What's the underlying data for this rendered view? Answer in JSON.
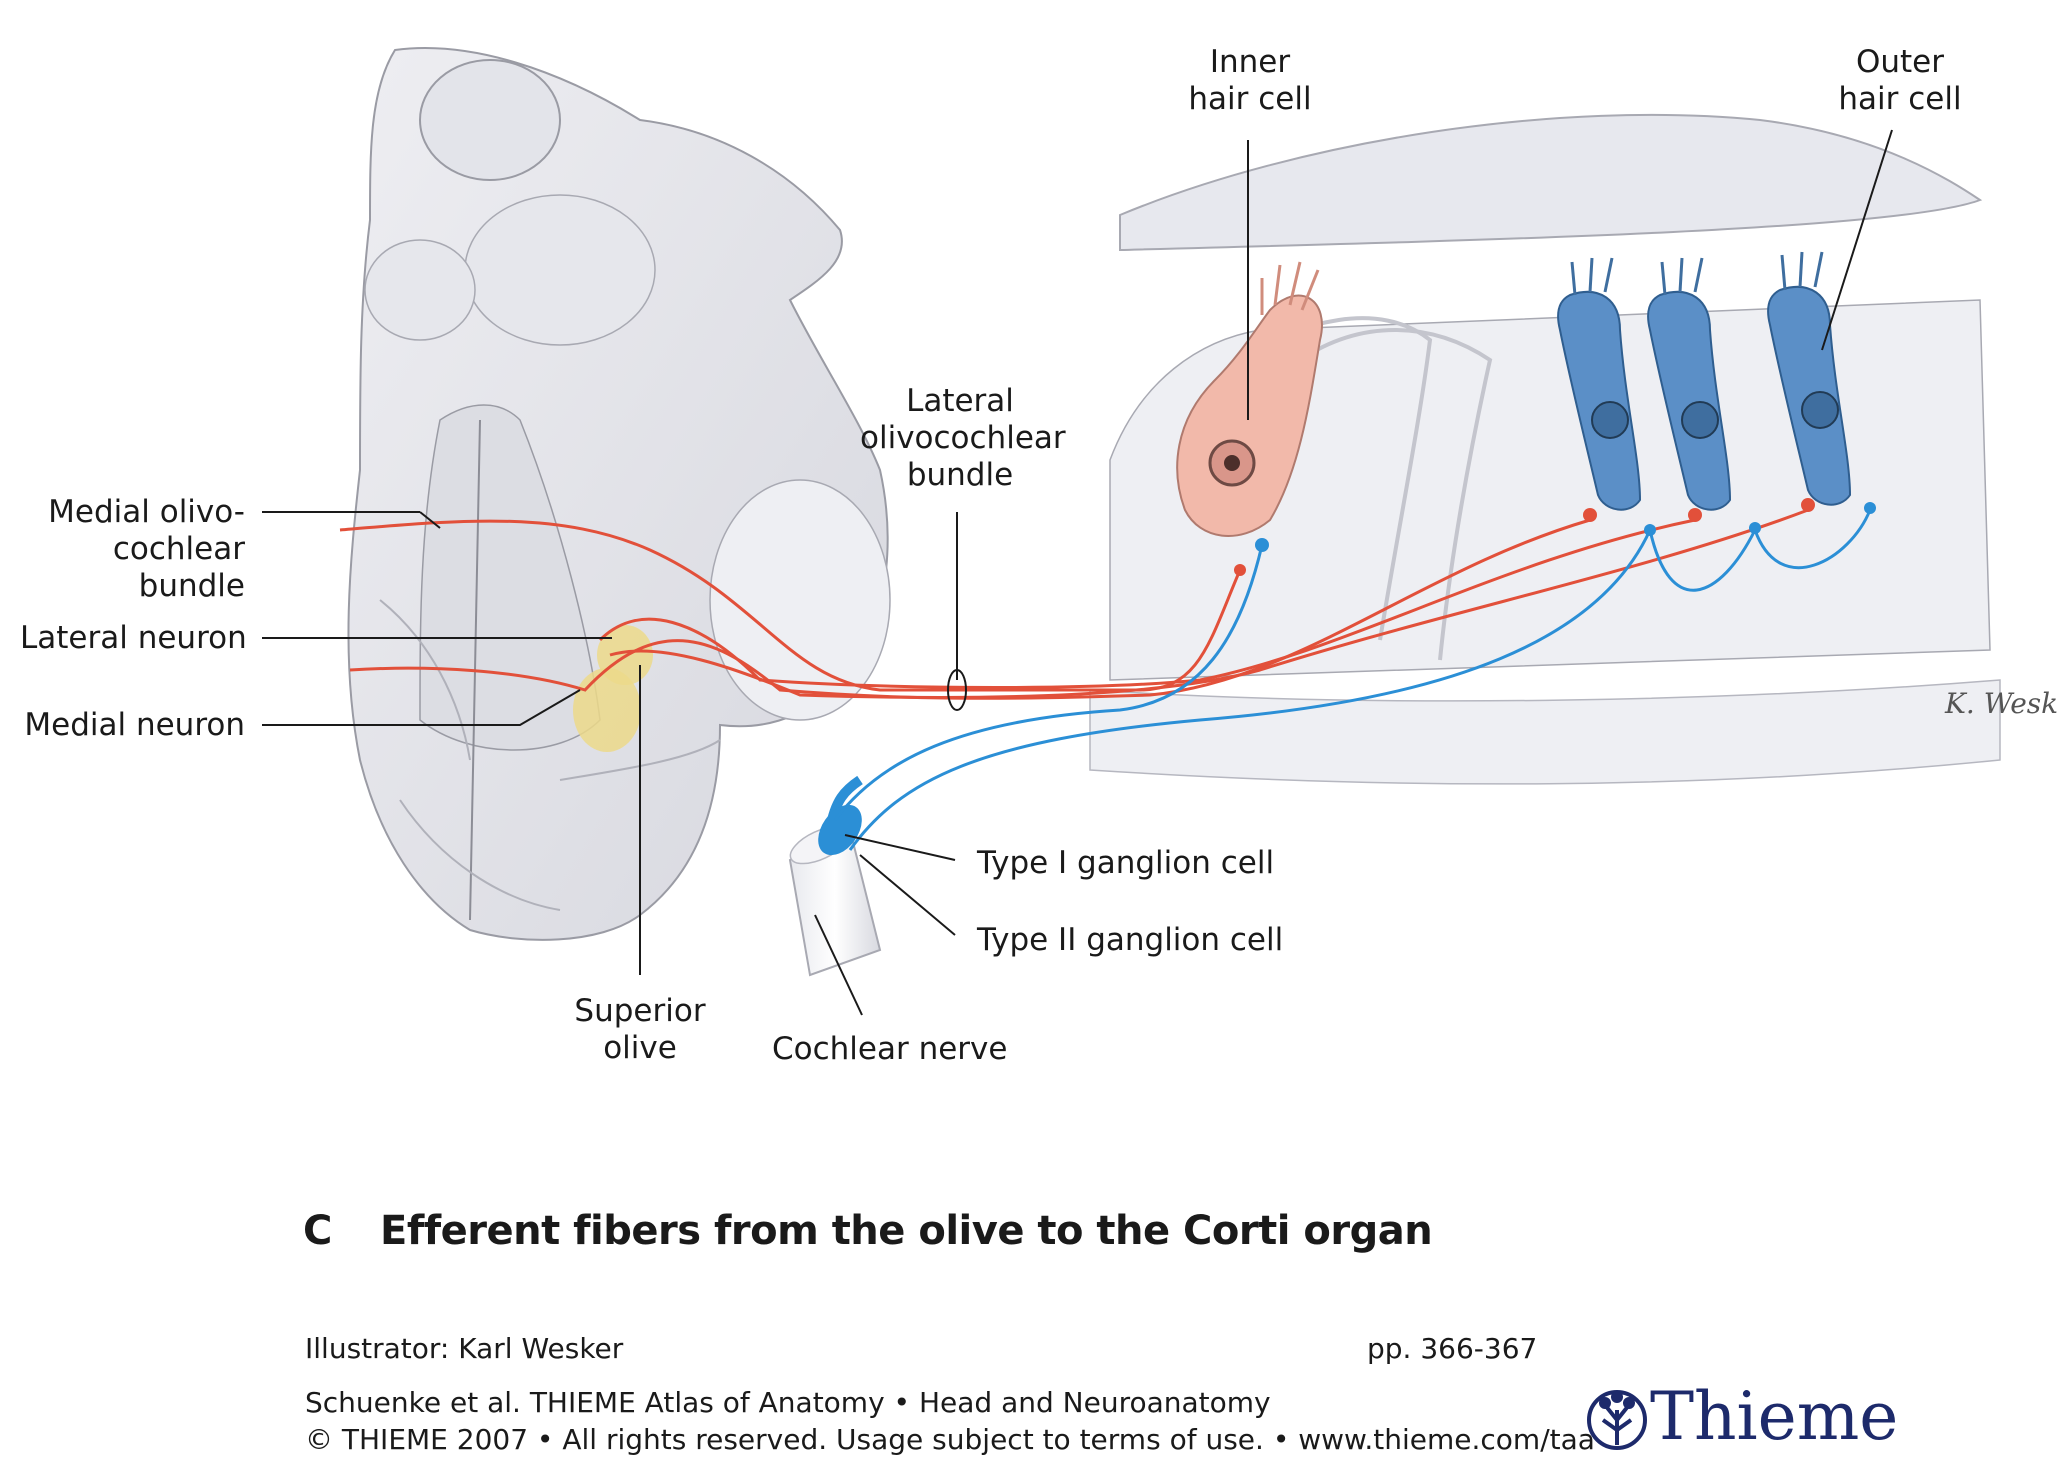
{
  "labels": {
    "inner_hair_cell": "Inner\nhair cell",
    "outer_hair_cell": "Outer\nhair cell",
    "lateral_bundle": "Lateral\nolivocochlear\nbundle",
    "medial_bundle": "Medial olivo-\ncochlear bundle",
    "lateral_neuron": "Lateral neuron",
    "medial_neuron": "Medial neuron",
    "superior_olive": "Superior\nolive",
    "cochlear_nerve": "Cochlear nerve",
    "type1": "Type I ganglion cell",
    "type2": "Type II ganglion cell"
  },
  "signature": "K. Wesker",
  "caption": {
    "letter": "C",
    "title": "Efferent fibers from the olive to the Corti organ"
  },
  "footer": {
    "illustrator": "Illustrator: Karl Wesker",
    "pages": "pp.  366-367",
    "book": "Schuenke et al. THIEME Atlas of Anatomy  •  Head and Neuroanatomy",
    "copyright": "© THIEME 2007  •  All rights reserved. Usage subject to terms of use.  •  www.thieme.com/taa",
    "publisher": "Thieme"
  },
  "colors": {
    "efferent": "#e2503a",
    "afferent": "#2b8fd6",
    "inner_hair_cell": "#f2b9aa",
    "outer_hair_cell": "#5b8fc7",
    "olive": "#ecd98a",
    "brand": "#1d2a6b"
  }
}
